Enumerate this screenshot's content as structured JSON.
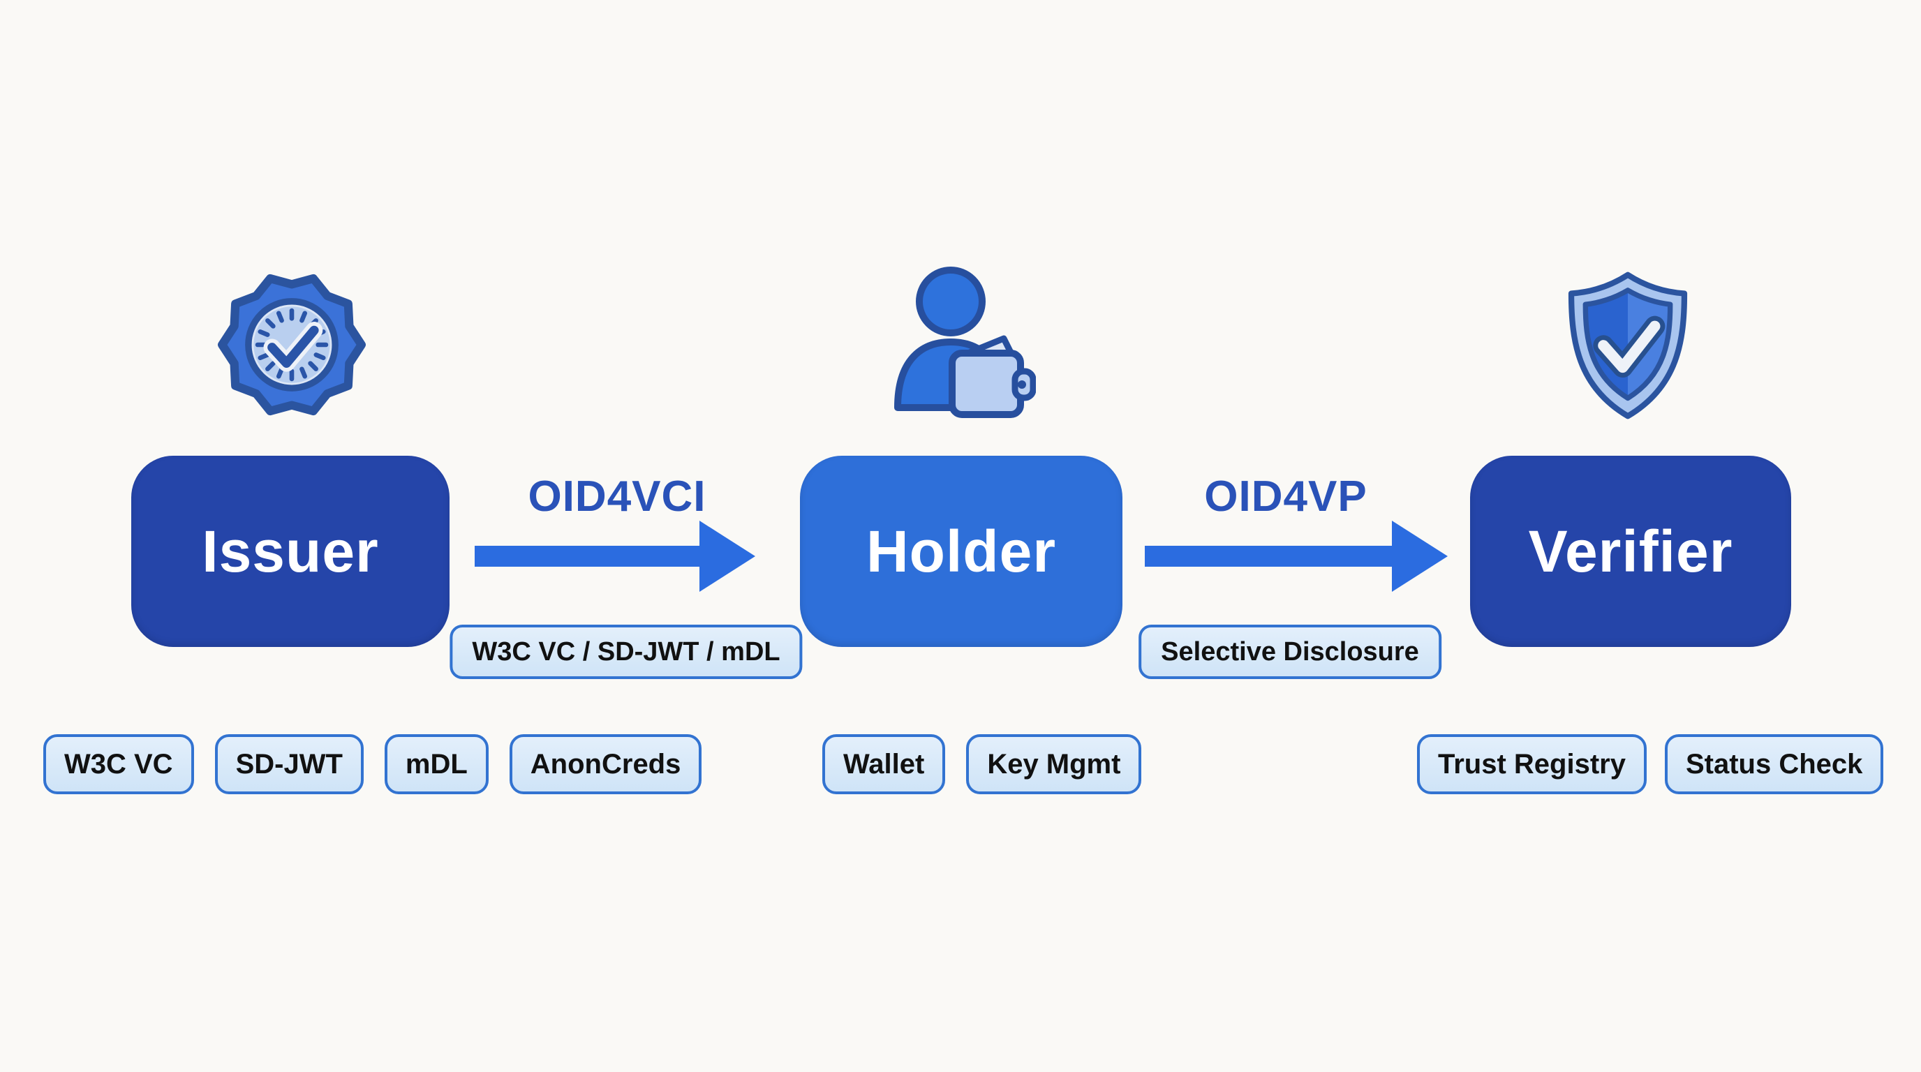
{
  "actors": {
    "issuer": {
      "label": "Issuer",
      "icon": "seal-check-icon",
      "tags": [
        "W3C VC",
        "SD-JWT",
        "mDL",
        "AnonCreds"
      ]
    },
    "holder": {
      "label": "Holder",
      "icon": "person-wallet-icon",
      "tags": [
        "Wallet",
        "Key Mgmt"
      ]
    },
    "verifier": {
      "label": "Verifier",
      "icon": "shield-check-icon",
      "tags": [
        "Trust Registry",
        "Status Check"
      ]
    }
  },
  "flows": {
    "issuance": {
      "label": "OID4VCI",
      "tag": "W3C VC / SD-JWT / mDL"
    },
    "presentation": {
      "label": "OID4VP",
      "tag": "Selective Disclosure"
    }
  },
  "colors": {
    "background": "#faf9f6",
    "dark_box": "#2545a9",
    "bright_box": "#2e6fd9",
    "box_text": "#ffffff",
    "arrow": "#2b6ce0",
    "protocol_text": "#2a52b8",
    "tag_bg_top": "#e3effb",
    "tag_bg_bottom": "#cfe4f7",
    "tag_border": "#3273d1",
    "tag_text": "#111111",
    "icon_outline": "#2b549f",
    "icon_fill": "#3b72d8",
    "icon_light": "#b9cfef"
  }
}
